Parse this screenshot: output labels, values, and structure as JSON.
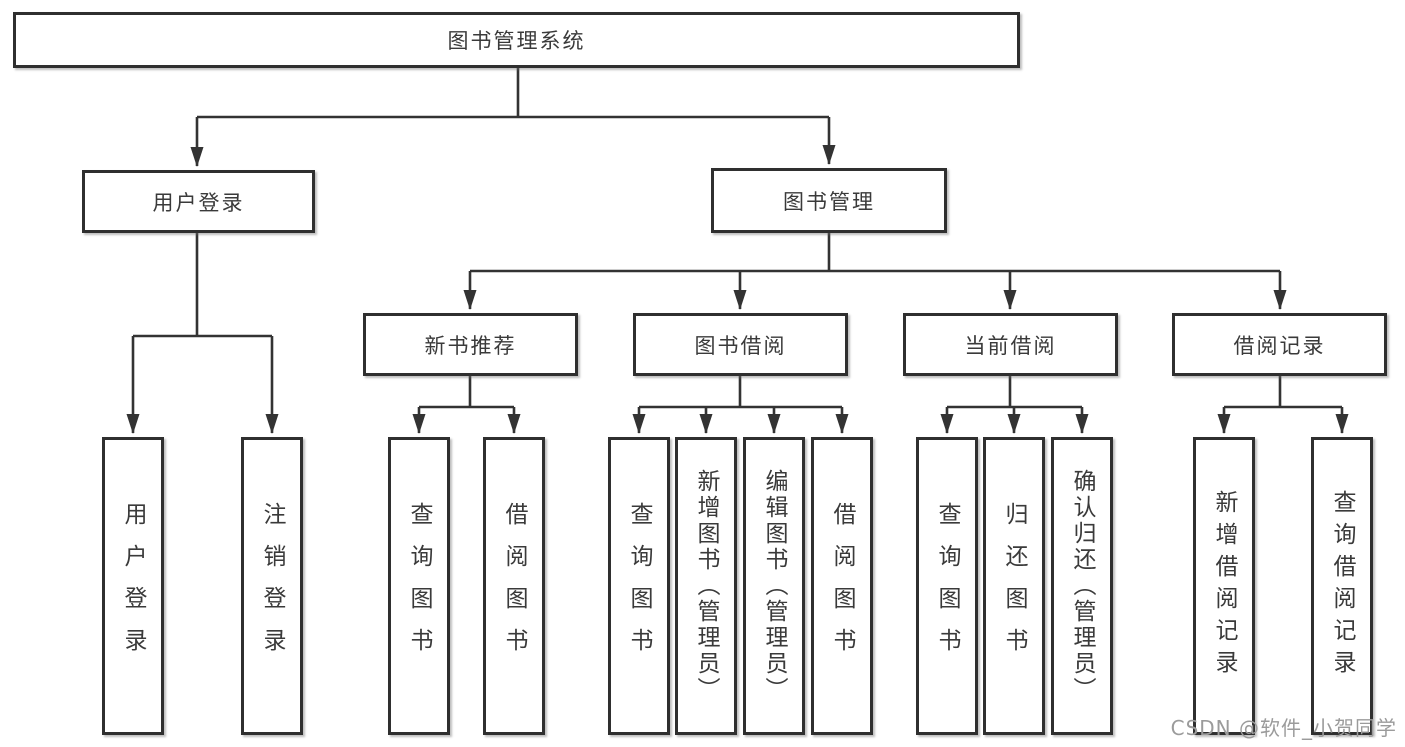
{
  "diagram": {
    "root": {
      "label": "图书管理系统"
    },
    "level2": [
      {
        "label": "用户登录"
      },
      {
        "label": "图书管理"
      }
    ],
    "level3": [
      {
        "label": "新书推荐"
      },
      {
        "label": "图书借阅"
      },
      {
        "label": "当前借阅"
      },
      {
        "label": "借阅记录"
      }
    ],
    "leaves": [
      {
        "label": "用户登录"
      },
      {
        "label": "注销登录"
      },
      {
        "label": "查询图书"
      },
      {
        "label": "借阅图书"
      },
      {
        "label": "查询图书"
      },
      {
        "label": "新增图书（管理员）"
      },
      {
        "label": "编辑图书（管理员）"
      },
      {
        "label": "借阅图书"
      },
      {
        "label": "查询图书"
      },
      {
        "label": "归还图书"
      },
      {
        "label": "确认归还（管理员）"
      },
      {
        "label": "新增借阅记录"
      },
      {
        "label": "查询借阅记录"
      }
    ]
  },
  "watermark": {
    "text": "CSDN @软件_小贺同学"
  },
  "colors": {
    "line": "#333333",
    "box_border": "#2f2f2f",
    "text": "#3a3a3a",
    "background": "#ffffff",
    "watermark_text": "#9b9b9b"
  }
}
